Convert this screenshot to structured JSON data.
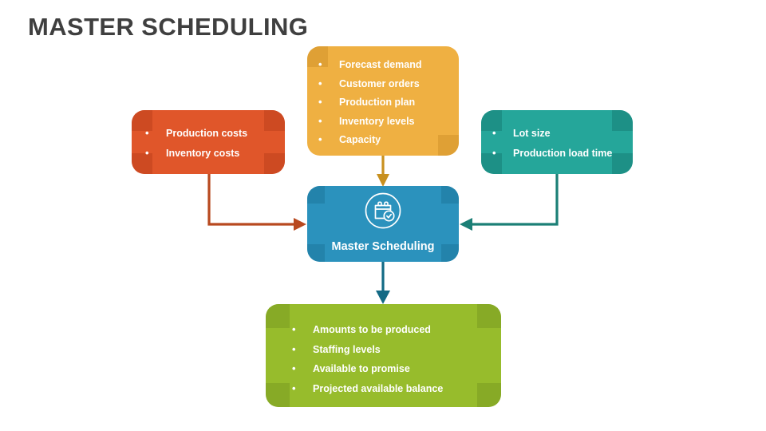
{
  "page": {
    "title": "MASTER SCHEDULING",
    "background": "#ffffff",
    "title_color": "#3f3f3f"
  },
  "bullet_glyph": "•",
  "boxes": {
    "orange": {
      "name": "inputs-demand",
      "color": "#efb042",
      "shade": "#dfa035",
      "items": [
        "Forecast demand",
        "Customer orders",
        "Production plan",
        "Inventory levels",
        "Capacity"
      ]
    },
    "red": {
      "name": "inputs-costs",
      "color": "#e0562a",
      "shade": "#cd4a22",
      "items": [
        "Production costs",
        "Inventory costs"
      ]
    },
    "teal": {
      "name": "inputs-lot",
      "color": "#25a69a",
      "shade": "#1d9086",
      "items": [
        "Lot size",
        "Production load time"
      ]
    },
    "center": {
      "name": "master-scheduling",
      "color": "#2b92bd",
      "shade": "#2383ab",
      "label": "Master Scheduling",
      "icon": "calendar-check-icon"
    },
    "green": {
      "name": "outputs",
      "color": "#97bc2c",
      "shade": "#87aa26",
      "items": [
        "Amounts to be produced",
        "Staffing levels",
        "Available to promise",
        "Projected available balance"
      ]
    }
  },
  "connectors": [
    {
      "name": "arrow-orange-to-center",
      "color": "#c8901f",
      "from": "orange",
      "to": "center"
    },
    {
      "name": "arrow-red-to-center",
      "color": "#b8491f",
      "from": "red",
      "to": "center"
    },
    {
      "name": "arrow-teal-to-center",
      "color": "#1b7f76",
      "from": "teal",
      "to": "center"
    },
    {
      "name": "arrow-center-to-green",
      "color": "#136a85",
      "from": "center",
      "to": "green"
    }
  ]
}
